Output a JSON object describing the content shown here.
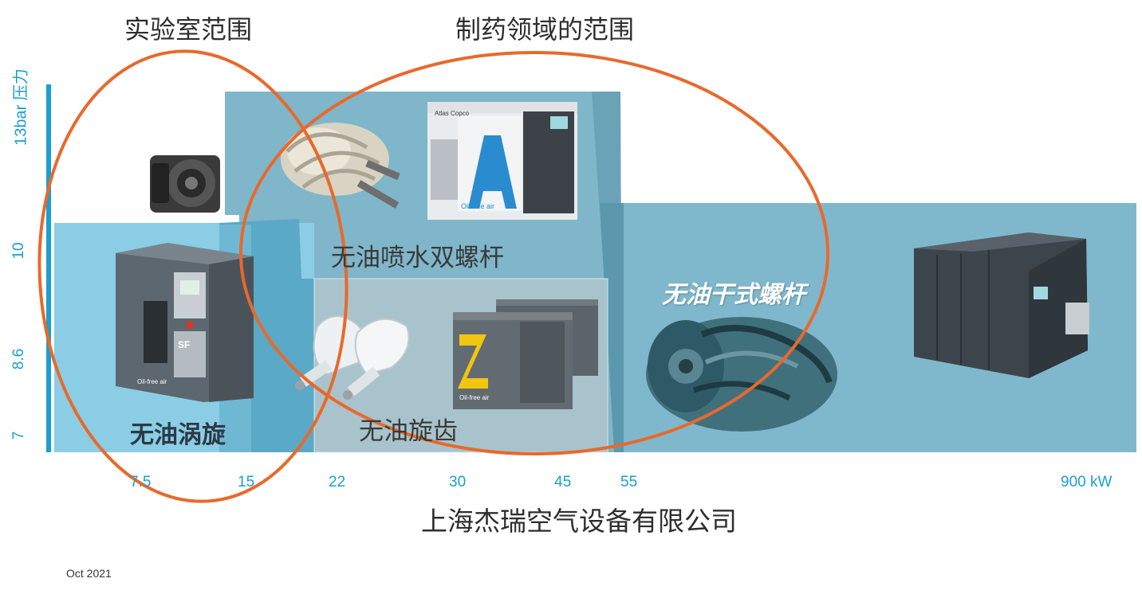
{
  "titles": {
    "lab_scope": "实验室范围",
    "pharma_scope": "制药领域的范围"
  },
  "y_axis": {
    "pressure_label": "13bar 压力",
    "ticks": [
      "10",
      "8.6",
      "7"
    ]
  },
  "x_axis": {
    "ticks": [
      "7.5",
      "15",
      "22",
      "30",
      "45",
      "55",
      "900 kW"
    ]
  },
  "products": {
    "water_injected": "无油喷水双螺杆",
    "scroll": "无油涡旋",
    "tooth": "无油旋齿",
    "dry_screw": "无油干式螺杆"
  },
  "footer": {
    "company": "上海杰瑞空气设备有限公司",
    "date": "Oct 2021"
  },
  "colors": {
    "orange_outline": "#e8692b",
    "axis_blue": "#1a9fd0",
    "zone_blue_light": "#8ccfe6",
    "zone_blue_mid": "#74b3c8",
    "zone_grey": "#a7c3cb"
  }
}
